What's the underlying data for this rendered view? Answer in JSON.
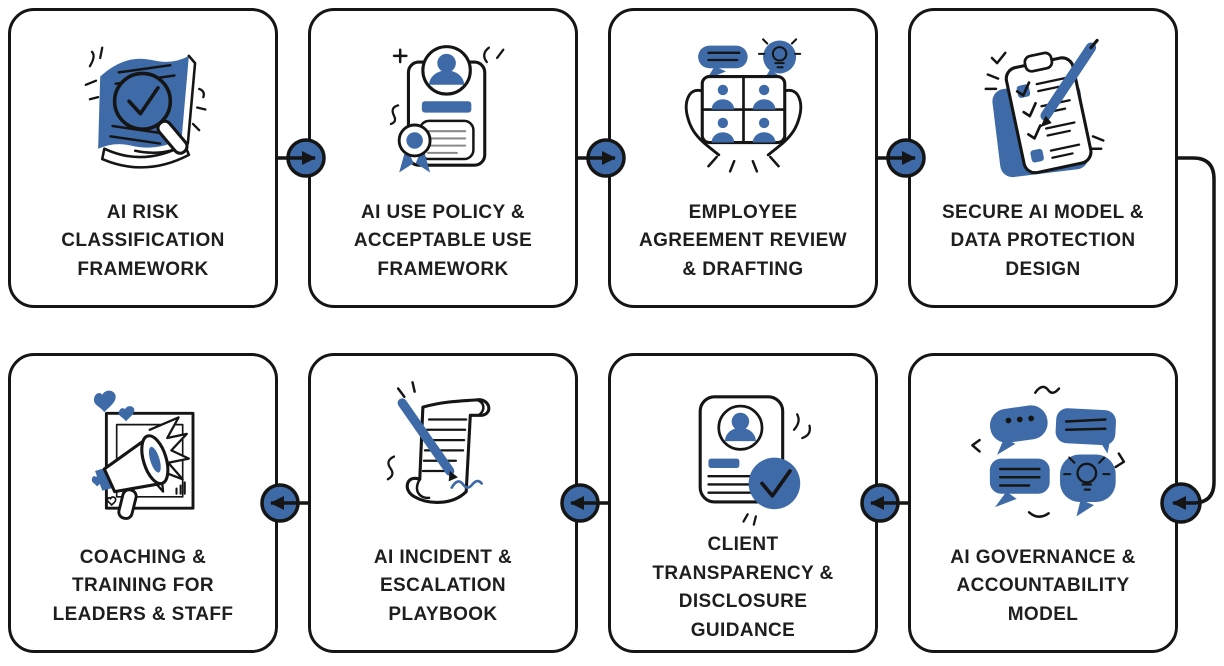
{
  "colors": {
    "accent_blue": "#3E6BA8",
    "outline_ink": "#151515",
    "card_background": "#FFFFFF",
    "background": "#FFFFFF"
  },
  "cards": [
    {
      "label": "AI RISK\nCLASSIFICATION\nFRAMEWORK",
      "icon": "book-magnifier-icon"
    },
    {
      "label": "AI USE POLICY &\nACCEPTABLE USE\nFRAMEWORK",
      "icon": "certificate-badge-icon"
    },
    {
      "label": "EMPLOYEE\nAGREEMENT REVIEW\n& DRAFTING",
      "icon": "video-call-hands-icon"
    },
    {
      "label": "SECURE AI MODEL &\nDATA PROTECTION\nDESIGN",
      "icon": "checklist-pen-icon"
    },
    {
      "label": "COACHING &\nTRAINING FOR\nLEADERS & STAFF",
      "icon": "megaphone-frame-icon"
    },
    {
      "label": "AI INCIDENT &\nESCALATION\nPLAYBOOK",
      "icon": "scroll-signature-icon"
    },
    {
      "label": "CLIENT\nTRANSPARENCY &\nDISCLOSURE\nGUIDANCE",
      "icon": "profile-check-icon"
    },
    {
      "label": "AI GOVERNANCE &\nACCOUNTABILITY\nMODEL",
      "icon": "chat-bubbles-icon"
    }
  ],
  "flow": {
    "connectors": [
      {
        "from": "AI RISK CLASSIFICATION FRAMEWORK",
        "to": "AI USE POLICY & ACCEPTABLE USE FRAMEWORK",
        "direction": "right"
      },
      {
        "from": "AI USE POLICY & ACCEPTABLE USE FRAMEWORK",
        "to": "EMPLOYEE AGREEMENT REVIEW & DRAFTING",
        "direction": "right"
      },
      {
        "from": "EMPLOYEE AGREEMENT REVIEW & DRAFTING",
        "to": "SECURE AI MODEL & DATA PROTECTION DESIGN",
        "direction": "right"
      },
      {
        "from": "SECURE AI MODEL & DATA PROTECTION DESIGN",
        "to": "AI GOVERNANCE & ACCOUNTABILITY MODEL",
        "direction": "wrap-down-left"
      },
      {
        "from": "AI GOVERNANCE & ACCOUNTABILITY MODEL",
        "to": "CLIENT TRANSPARENCY & DISCLOSURE GUIDANCE",
        "direction": "left"
      },
      {
        "from": "CLIENT TRANSPARENCY & DISCLOSURE GUIDANCE",
        "to": "AI INCIDENT & ESCALATION PLAYBOOK",
        "direction": "left"
      },
      {
        "from": "AI INCIDENT & ESCALATION PLAYBOOK",
        "to": "COACHING & TRAINING FOR LEADERS & STAFF",
        "direction": "left"
      }
    ]
  }
}
